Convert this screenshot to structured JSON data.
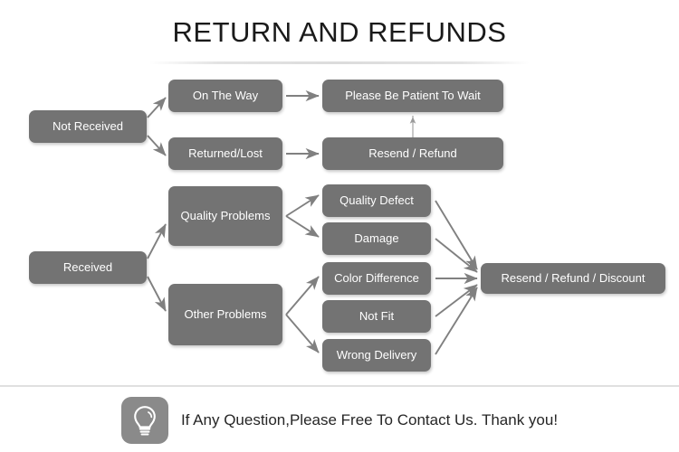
{
  "page": {
    "title": "RETURN AND REFUNDS",
    "background_color": "#ffffff",
    "node_color": "#737373",
    "node_text_color": "#ffffff",
    "arrow_color": "#808080",
    "title_color": "#1a1a1a"
  },
  "flowchart": {
    "nodes": [
      {
        "id": "not-received",
        "label": "Not Received"
      },
      {
        "id": "on-the-way",
        "label": "On The Way"
      },
      {
        "id": "returned-lost",
        "label": "Returned/Lost"
      },
      {
        "id": "please-be-patient",
        "label": "Please Be Patient To Wait"
      },
      {
        "id": "resend-refund",
        "label": "Resend / Refund"
      },
      {
        "id": "received",
        "label": "Received"
      },
      {
        "id": "quality-problems",
        "label": "Quality Problems"
      },
      {
        "id": "other-problems",
        "label": "Other Problems"
      },
      {
        "id": "quality-defect",
        "label": "Quality Defect"
      },
      {
        "id": "damage",
        "label": "Damage"
      },
      {
        "id": "color-difference",
        "label": "Color Difference"
      },
      {
        "id": "not-fit",
        "label": "Not Fit"
      },
      {
        "id": "wrong-delivery",
        "label": "Wrong Delivery"
      },
      {
        "id": "resend-refund-discount",
        "label": "Resend / Refund / Discount"
      }
    ],
    "edges": [
      {
        "from": "not-received",
        "to": "on-the-way"
      },
      {
        "from": "not-received",
        "to": "returned-lost"
      },
      {
        "from": "on-the-way",
        "to": "please-be-patient"
      },
      {
        "from": "returned-lost",
        "to": "resend-refund"
      },
      {
        "from": "resend-refund",
        "to": "please-be-patient"
      },
      {
        "from": "received",
        "to": "quality-problems"
      },
      {
        "from": "received",
        "to": "other-problems"
      },
      {
        "from": "quality-problems",
        "to": "quality-defect"
      },
      {
        "from": "quality-problems",
        "to": "damage"
      },
      {
        "from": "other-problems",
        "to": "color-difference"
      },
      {
        "from": "other-problems",
        "to": "wrong-delivery"
      },
      {
        "from": "quality-defect",
        "to": "resend-refund-discount"
      },
      {
        "from": "damage",
        "to": "resend-refund-discount"
      },
      {
        "from": "color-difference",
        "to": "resend-refund-discount"
      },
      {
        "from": "not-fit",
        "to": "resend-refund-discount"
      },
      {
        "from": "wrong-delivery",
        "to": "resend-refund-discount"
      }
    ]
  },
  "footer": {
    "icon": "lightbulb-icon",
    "message": "If Any Question,Please Free To Contact Us. Thank you!"
  }
}
